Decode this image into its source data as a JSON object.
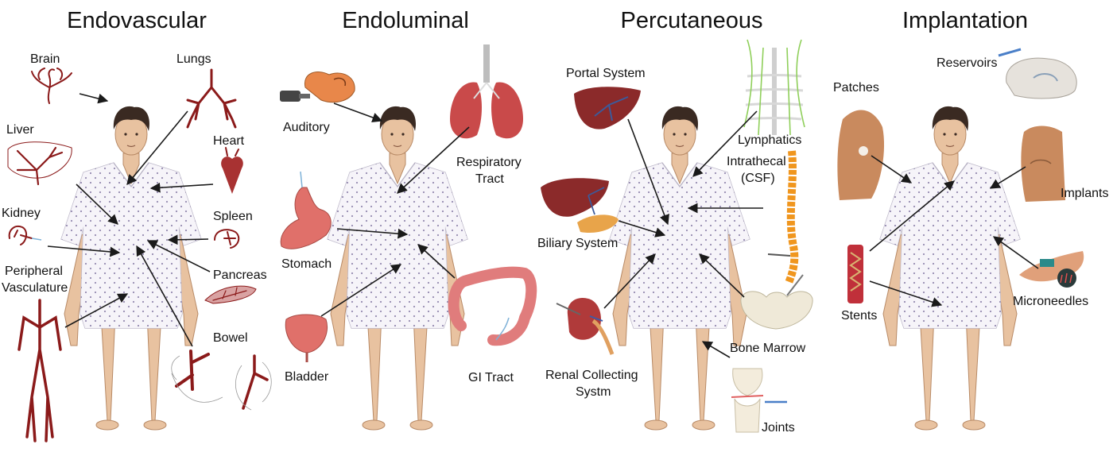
{
  "panels": [
    {
      "title": "Endovascular",
      "labels": {
        "brain": "Brain",
        "lungs": "Lungs",
        "liver": "Liver",
        "heart": "Heart",
        "kidney": "Kidney",
        "spleen": "Spleen",
        "peripheral": [
          "Peripheral",
          "Vasculature"
        ],
        "pancreas": "Pancreas",
        "bowel": "Bowel"
      }
    },
    {
      "title": "Endoluminal",
      "labels": {
        "auditory": "Auditory",
        "respiratory": [
          "Respiratory",
          "Tract"
        ],
        "stomach": "Stomach",
        "bladder": "Bladder",
        "gi": "GI Tract"
      }
    },
    {
      "title": "Percutaneous",
      "labels": {
        "portal": "Portal System",
        "lymphatics": "Lymphatics",
        "intrathecal": [
          "Intrathecal",
          "(CSF)"
        ],
        "biliary": "Biliary System",
        "bone_marrow": "Bone Marrow",
        "renal": [
          "Renal Collecting",
          "Systm"
        ],
        "joints": "Joints"
      }
    },
    {
      "title": "Implantation",
      "labels": {
        "reservoirs": "Reservoirs",
        "patches": "Patches",
        "implants": "Implants",
        "stents": "Stents",
        "microneedles": "Microneedles"
      }
    }
  ],
  "colors": {
    "vessel": "#8b1a1a",
    "organ": "#a83232",
    "gown": "#f5f3f8",
    "gown_dots": "#8a7fa8",
    "skin": "#e8c2a0",
    "arrow": "#1a1a1a"
  }
}
